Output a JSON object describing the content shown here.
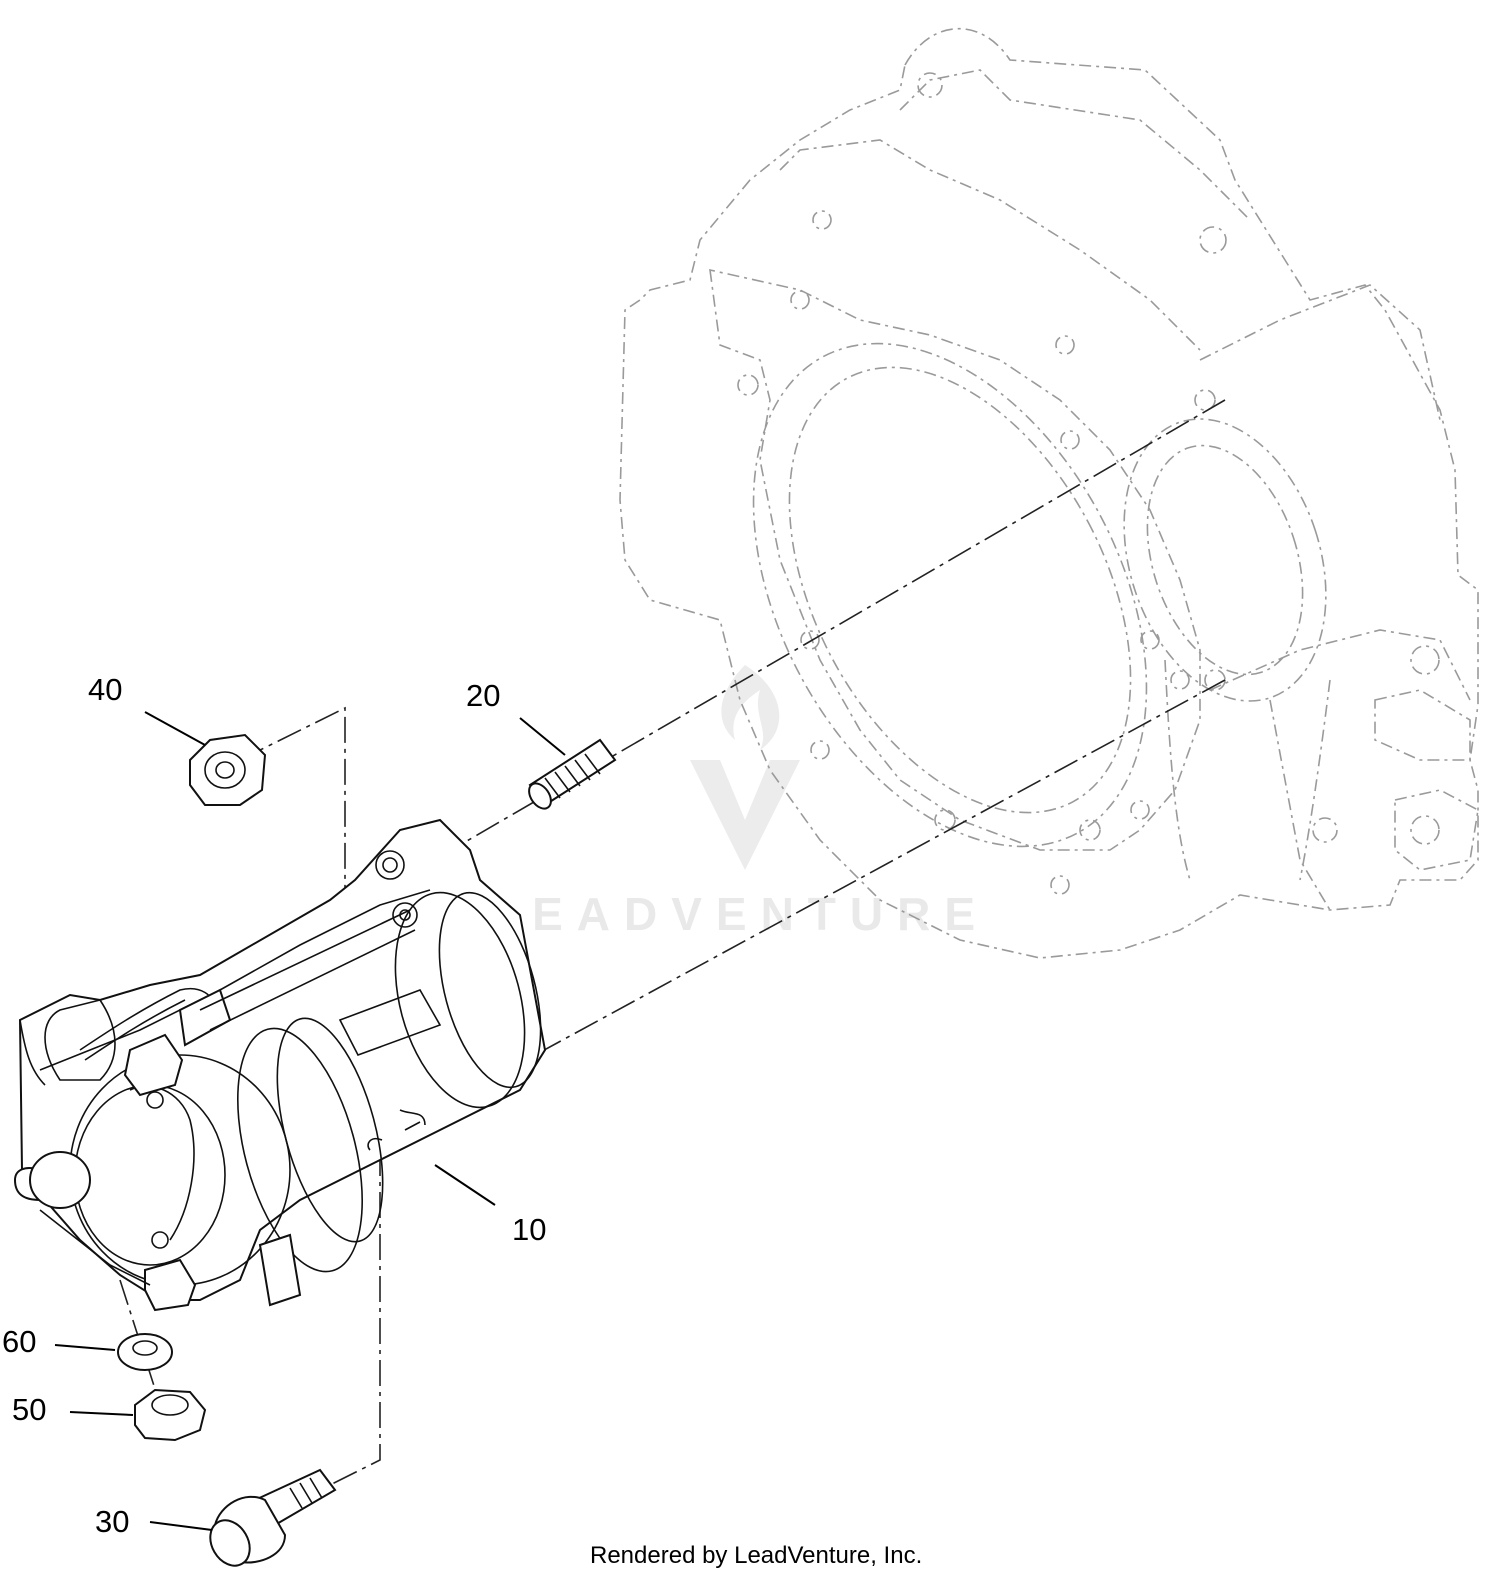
{
  "diagram": {
    "callouts": {
      "p10": "10",
      "p20": "20",
      "p30": "30",
      "p40": "40",
      "p50": "50",
      "p60": "60"
    },
    "watermark": "LEADVENTURE",
    "credit": "Rendered by LeadVenture, Inc."
  }
}
